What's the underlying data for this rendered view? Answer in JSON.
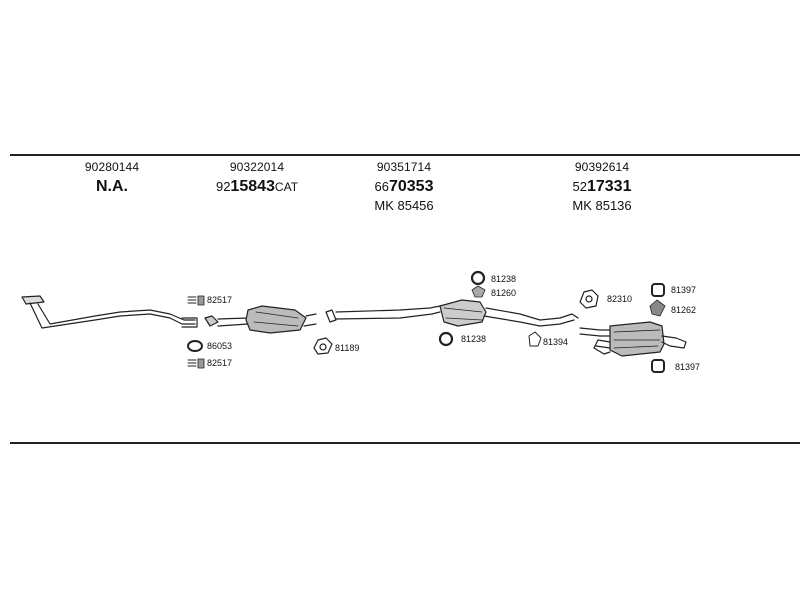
{
  "columns": [
    {
      "part_number": "90280144",
      "code_prefix": "",
      "code_main": "N.A.",
      "code_suffix": "",
      "mk": ""
    },
    {
      "part_number": "90322014",
      "code_prefix": "92",
      "code_main": "15843",
      "code_suffix": "CAT",
      "mk": ""
    },
    {
      "part_number": "90351714",
      "code_prefix": "66",
      "code_main": "70353",
      "code_suffix": "",
      "mk": "MK 85456"
    },
    {
      "part_number": "90392614",
      "code_prefix": "52",
      "code_main": "17331",
      "code_suffix": "",
      "mk": "MK 85136"
    }
  ],
  "part_labels": {
    "p82517a": "82517",
    "p86053": "86053",
    "p82517b": "82517",
    "p81189": "81189",
    "p81238a": "81238",
    "p81260": "81260",
    "p81238b": "81238",
    "p81394": "81394",
    "p82310": "82310",
    "p81397a": "81397",
    "p81262": "81262",
    "p81397b": "81397"
  }
}
